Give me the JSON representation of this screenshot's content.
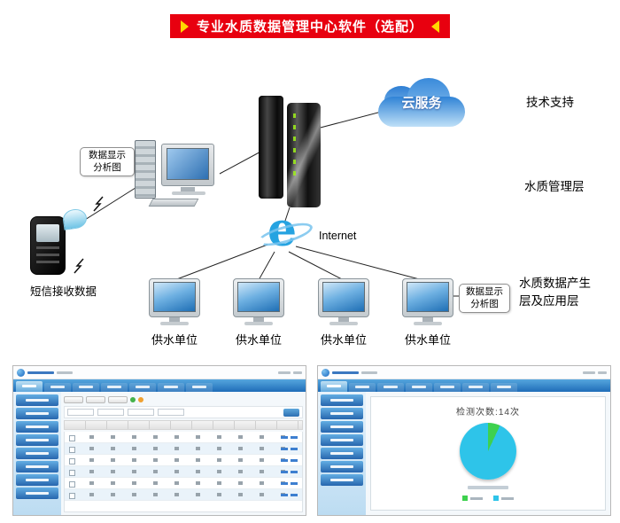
{
  "banner": {
    "title": "专业水质数据管理中心软件（选配）"
  },
  "colors": {
    "banner_bg": "#e8000f",
    "banner_chevron": "#ffd800",
    "nav_blue": "#2d6fb2",
    "pie_green": "#3ed14e",
    "pie_cyan": "#2ec4e9"
  },
  "diagram": {
    "cloud_label": "云服务",
    "ie_letter": "e",
    "internet_label": "Internet",
    "callout_top": {
      "line1": "数据显示",
      "line2": "分析图"
    },
    "callout_bottom": {
      "line1": "数据显示",
      "line2": "分析图"
    },
    "phone_caption": "短信接收数据",
    "layer_labels": {
      "top": "技术支持",
      "middle": "水质管理层",
      "bottom": "水质数据产生层及应用层"
    },
    "units": [
      "供水单位",
      "供水单位",
      "供水单位",
      "供水单位"
    ]
  },
  "screenshots": {
    "right": {
      "title": "检测次数:14次",
      "chart_data": {
        "type": "pie",
        "title": "检测次数:14次",
        "slices": [
          {
            "color": "#3ed14e",
            "value": 1
          },
          {
            "color": "#2ec4e9",
            "value": 13
          }
        ]
      }
    }
  }
}
